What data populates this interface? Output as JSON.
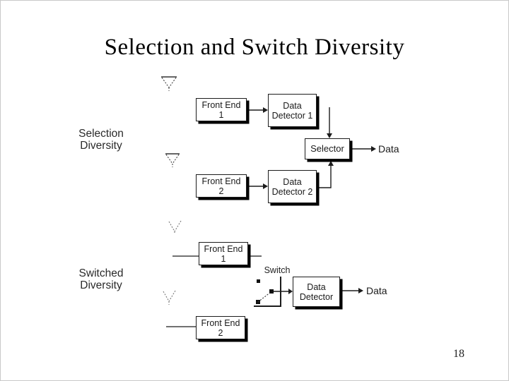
{
  "title": "Selection and Switch Diversity",
  "page": {
    "number": "18"
  },
  "colors": {
    "line": "#1c1c1c",
    "shadow": "#000000",
    "background": "#ffffff",
    "frame": "#c9c9c9",
    "faint_antenna": "#777777"
  },
  "icons": {
    "antenna_top_1": "antenna-icon",
    "antenna_top_2": "antenna-icon",
    "antenna_bottom_1": "antenna-icon",
    "antenna_bottom_2": "antenna-icon"
  },
  "selection_diagram": {
    "label_line1": "Selection",
    "label_line2": "Diversity",
    "front_end_1": {
      "line1": "Front End",
      "line2": "1"
    },
    "data_detector_1": {
      "line1": "Data",
      "line2": "Detector 1"
    },
    "front_end_2": {
      "line1": "Front End",
      "line2": "2"
    },
    "data_detector_2": {
      "line1": "Data",
      "line2": "Detector 2"
    },
    "selector": "Selector",
    "output_label": "Data"
  },
  "switched_diagram": {
    "label_line1": "Switched",
    "label_line2": "Diversity",
    "front_end_1": {
      "line1": "Front End",
      "line2": "1"
    },
    "front_end_2": {
      "line1": "Front End",
      "line2": "2"
    },
    "switch_label": "Switch",
    "data_detector": {
      "line1": "Data",
      "line2": "Detector"
    },
    "output_label": "Data"
  }
}
